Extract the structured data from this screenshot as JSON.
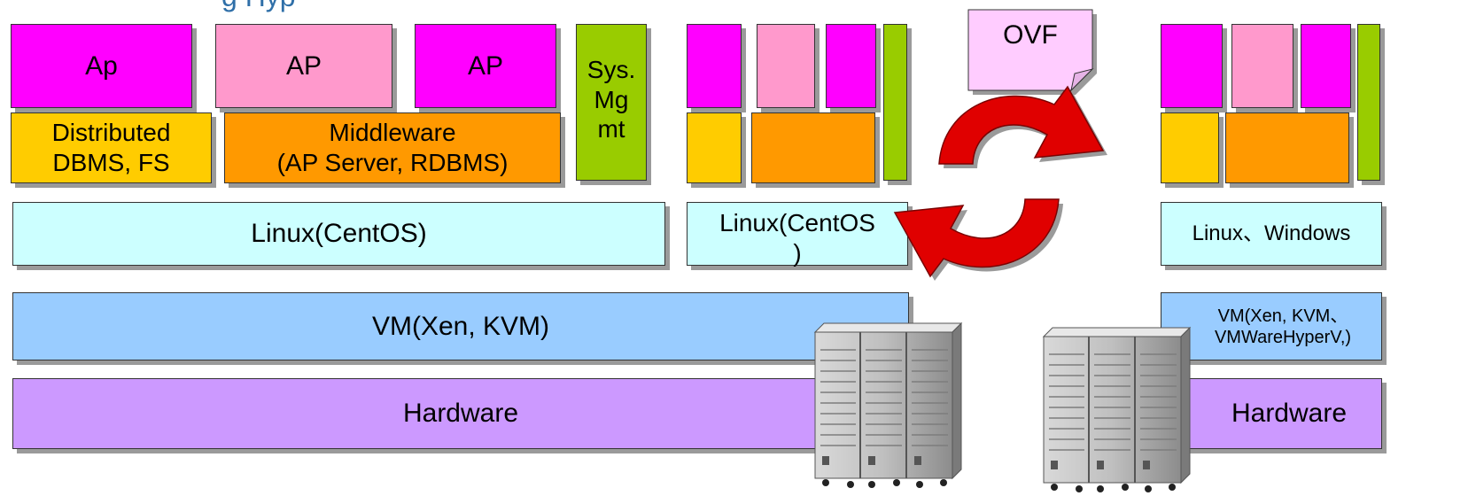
{
  "colors": {
    "magenta": "#ff00ff",
    "pink": "#ff99cc",
    "green": "#99cc00",
    "yellow": "#ffcc00",
    "orange": "#ff9900",
    "light_cyan": "#ccffff",
    "light_blue": "#99ccff",
    "lavender": "#cc99ff",
    "ovf_pink": "#ffccff",
    "arrow_red": "#e00000"
  },
  "title_fragment": "g              Hyp",
  "left_stack": {
    "ap1": "Ap",
    "ap2": "AP",
    "ap3": "AP",
    "sys_mgmt": "Sys.\nMg\nmt",
    "distributed": "Distributed\nDBMS, FS",
    "middleware": "Middleware\n(AP Server, RDBMS)",
    "linux": "Linux(CentOS)",
    "vm": "VM(Xen, KVM)",
    "hardware": "Hardware"
  },
  "middle_stack": {
    "linux": "Linux(CentOS\n)"
  },
  "ovf_label": "OVF",
  "right_stack": {
    "linux": "Linux、Windows",
    "vm": "VM(Xen, KVM、\nVMWareHyperV,)",
    "hardware": "Hardware"
  },
  "icons": {
    "server_rack_left": "server-rack-icon",
    "server_rack_right": "server-rack-icon",
    "migration_arrows": "circular-arrows-icon"
  }
}
